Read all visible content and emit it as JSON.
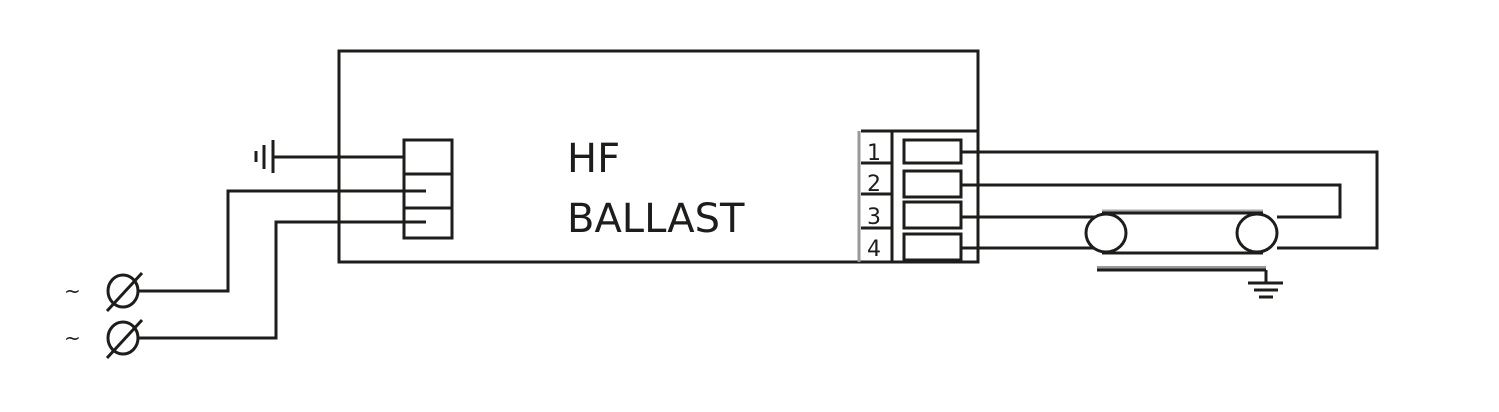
{
  "ballast": {
    "line1": "HF",
    "line2": "BALLAST"
  },
  "terminals": [
    "1",
    "2",
    "3",
    "4"
  ],
  "supply": {
    "symbol": "~"
  },
  "icons": [
    "earth-ground-icon",
    "mains-terminal-icon",
    "fluorescent-lamp-icon",
    "ground-icon"
  ],
  "colors": {
    "line": "#1d1d1b",
    "background": "#ffffff"
  }
}
